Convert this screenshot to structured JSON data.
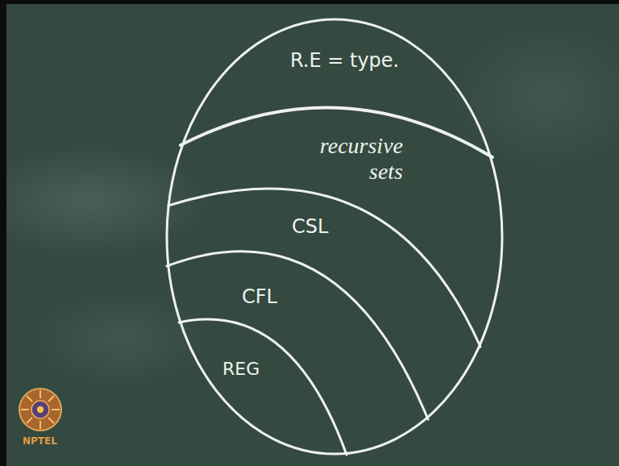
{
  "diagram": {
    "nodes": [
      {
        "text": [
          "R.E = type."
        ]
      },
      {
        "text": [
          "recursive sets"
        ],
        "in": 0
      },
      {
        "text": [
          "CSL"
        ],
        "in": 1
      },
      {
        "text": [
          "CFL"
        ],
        "in": 2
      },
      {
        "text": [
          "REG"
        ],
        "in": 3
      }
    ],
    "labels": [
      "NPTEL"
    ]
  }
}
